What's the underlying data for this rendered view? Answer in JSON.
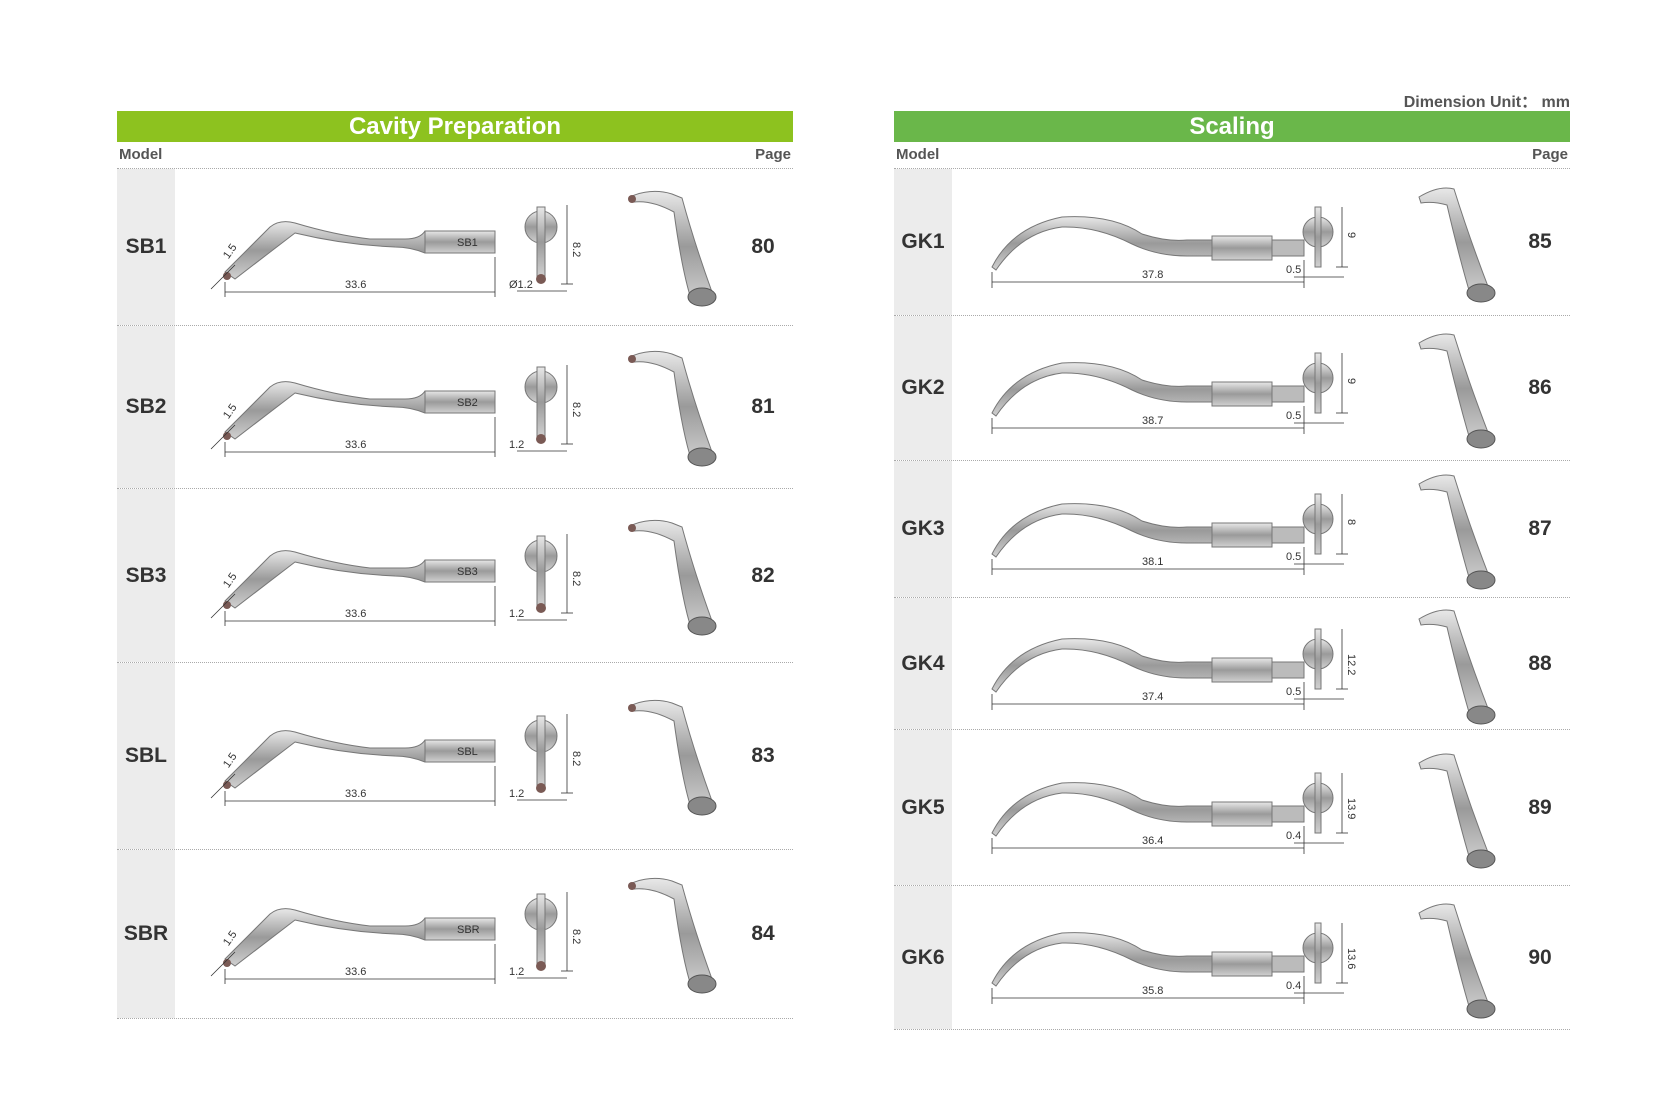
{
  "dimension_unit": "Dimension Unit： mm",
  "cavity": {
    "title": "Cavity Preparation",
    "model_header": "Model",
    "page_header": "Page",
    "rows": [
      {
        "model": "SB1",
        "page": "80",
        "length": "33.6",
        "tip": "1.5",
        "height": "8.2",
        "width": "Ø1.2",
        "label": "SB1"
      },
      {
        "model": "SB2",
        "page": "81",
        "length": "33.6",
        "tip": "1.5",
        "height": "8.2",
        "width": "1.2",
        "label": "SB2"
      },
      {
        "model": "SB3",
        "page": "82",
        "length": "33.6",
        "tip": "1.5",
        "height": "8.2",
        "width": "1.2",
        "label": "SB3"
      },
      {
        "model": "SBL",
        "page": "83",
        "length": "33.6",
        "tip": "1.5",
        "height": "8.2",
        "width": "1.2",
        "label": "SBL"
      },
      {
        "model": "SBR",
        "page": "84",
        "length": "33.6",
        "tip": "1.5",
        "height": "8.2",
        "width": "1.2",
        "label": "SBR"
      }
    ]
  },
  "scaling": {
    "title": "Scaling",
    "model_header": "Model",
    "page_header": "Page",
    "rows": [
      {
        "model": "GK1",
        "page": "85",
        "length": "37.8",
        "height": "9",
        "width": "0.5"
      },
      {
        "model": "GK2",
        "page": "86",
        "length": "38.7",
        "height": "9",
        "width": "0.5"
      },
      {
        "model": "GK3",
        "page": "87",
        "length": "38.1",
        "height": "8",
        "width": "0.5"
      },
      {
        "model": "GK4",
        "page": "88",
        "length": "37.4",
        "height": "12.2",
        "width": "0.5"
      },
      {
        "model": "GK5",
        "page": "89",
        "length": "36.4",
        "height": "13.9",
        "width": "0.4"
      },
      {
        "model": "GK6",
        "page": "90",
        "length": "35.8",
        "height": "13.6",
        "width": "0.4"
      }
    ]
  },
  "icons": {
    "cavity_side_view": "cavity-tip-side-view-icon",
    "cavity_front_view": "cavity-tip-front-view-icon",
    "cavity_iso_view": "cavity-tip-3d-view-icon",
    "scaling_side_view": "scaling-tip-side-view-icon",
    "scaling_front_view": "scaling-tip-front-view-icon",
    "scaling_iso_view": "scaling-tip-3d-view-icon"
  },
  "colors": {
    "cavity_bar": "#8dc21f",
    "scaling_bar": "#6ab74a"
  }
}
